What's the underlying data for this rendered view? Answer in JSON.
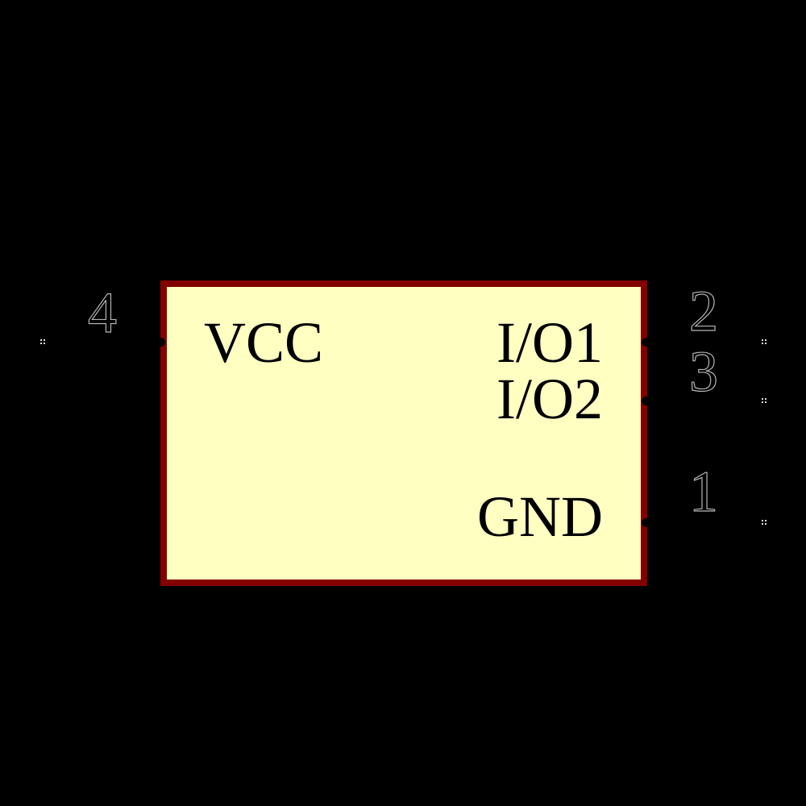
{
  "component": {
    "kind": "schematic-symbol",
    "pin_count_visible": "4"
  },
  "pins": [
    {
      "number": "4",
      "name": "VCC",
      "side": "left"
    },
    {
      "number": "2",
      "name": "I/O1",
      "side": "right"
    },
    {
      "number": "3",
      "name": "I/O2",
      "side": "right"
    },
    {
      "number": "1",
      "name": "GND",
      "side": "right"
    }
  ],
  "colors": {
    "background": "#000000",
    "body_fill": "#ffffc2",
    "body_border": "#840000",
    "pin_line": "#000000",
    "pin_name_text": "#000000",
    "pin_number_outline": "#b4b4b4",
    "nc_marker": "#dddddd"
  }
}
